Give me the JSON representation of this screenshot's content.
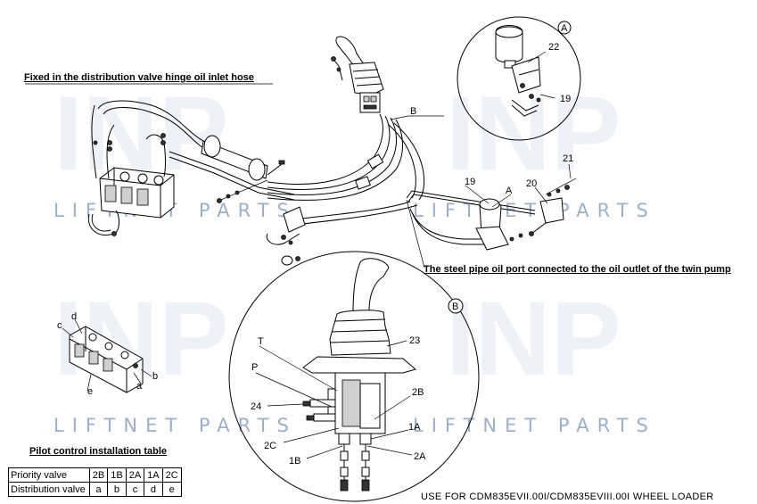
{
  "watermark": {
    "logo_text": "INP",
    "brand_text": "LIFTNET PARTS"
  },
  "notes": {
    "hinge_hose": "Fixed in the distribution valve hinge oil inlet hose",
    "steel_pipe": "The steel pipe oil port connected to the oil outlet of the twin pump"
  },
  "callouts": {
    "detail_a": "A",
    "detail_b": "B",
    "hose_b": "B",
    "pointer_a": "A",
    "n19_top": "19",
    "n19_mid": "19",
    "n20": "20",
    "n21": "21",
    "n22": "22",
    "n23": "23",
    "n24": "24",
    "port_t": "T",
    "port_p": "P",
    "port_2b": "2B",
    "port_2c": "2C",
    "port_1a": "1A",
    "port_1b": "1B",
    "port_2a": "2A"
  },
  "valve_letters": {
    "a": "a",
    "b": "b",
    "c": "c",
    "d": "d",
    "e": "e"
  },
  "install_table": {
    "title": "Pilot control installation table",
    "row1_label": "Priority valve",
    "row1": [
      "2B",
      "1B",
      "2A",
      "1A",
      "2C"
    ],
    "row2_label": "Distribution valve",
    "row2": [
      "a",
      "b",
      "c",
      "d",
      "e"
    ]
  },
  "footer": "USE FOR CDM835EVII.00I/CDM835EVIII.00I WHEEL LOADER",
  "colors": {
    "watermark_text": "#9bb0cc",
    "watermark_logo": "#eef2f8",
    "line": "#000000"
  }
}
